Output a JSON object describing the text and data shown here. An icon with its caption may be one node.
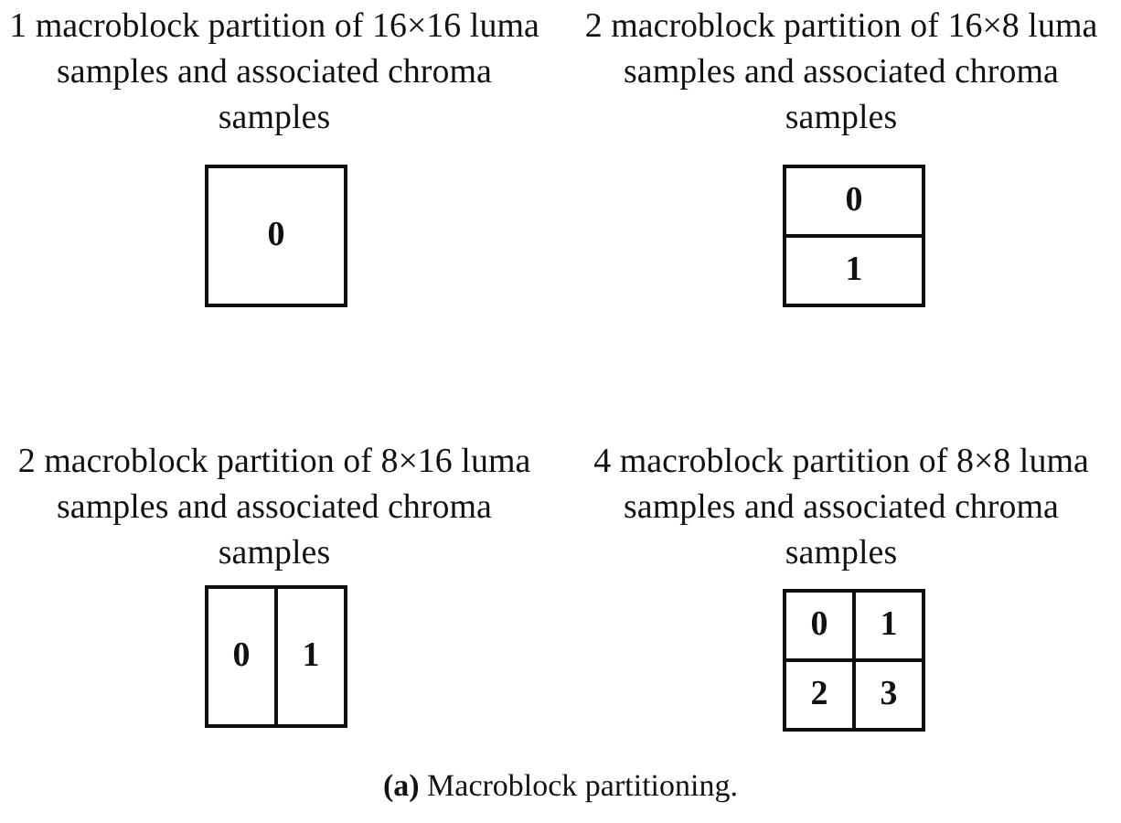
{
  "diagram": {
    "caption": "**(a)** Macroblock partitioning.",
    "nodes": [
      {
        "text": [
          "0"
        ]
      },
      {
        "text": [
          "0"
        ]
      },
      {
        "text": [
          "1"
        ]
      },
      {
        "text": [
          "0"
        ]
      },
      {
        "text": [
          "1"
        ]
      },
      {
        "text": [
          "0"
        ]
      },
      {
        "text": [
          "1"
        ]
      },
      {
        "text": [
          "2"
        ]
      },
      {
        "text": [
          "3"
        ]
      }
    ],
    "labels": [
      "1 macroblock partition of 16×16 luma samples and associated chroma samples",
      "2 macroblock partition of 16×8 luma samples and associated chroma samples",
      "2 macroblock partition of 8×16 luma samples and associated chroma samples",
      "4 macroblock partition of 8×8 luma samples and associated chroma samples"
    ]
  }
}
